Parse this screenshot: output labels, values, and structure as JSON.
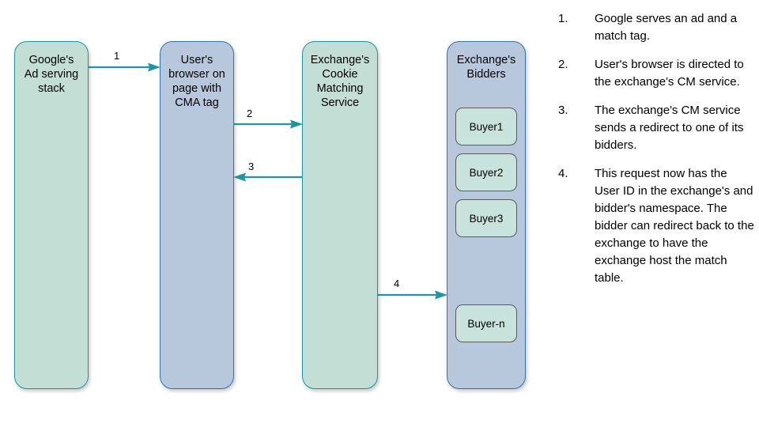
{
  "diagram": {
    "pillars": [
      {
        "id": "google",
        "label": "Google's\nAd serving\nstack",
        "fill": "#c3ded4",
        "border": "#1596a8"
      },
      {
        "id": "browser",
        "label": "User's\nbrowser on\npage with\nCMA tag",
        "fill": "#b8c8dc",
        "border": "#2f72b5"
      },
      {
        "id": "cms",
        "label": "Exchange's\nCookie\nMatching\nService",
        "fill": "#c3ded4",
        "border": "#1596a8"
      },
      {
        "id": "bidders",
        "label": "Exchange's\nBidders",
        "fill": "#b8c8dc",
        "border": "#2f72b5"
      }
    ],
    "buyers": [
      {
        "id": "buyer1",
        "label": "Buyer1"
      },
      {
        "id": "buyer2",
        "label": "Buyer2"
      },
      {
        "id": "buyer3",
        "label": "Buyer3"
      },
      {
        "id": "buyern",
        "label": "Buyer-n"
      }
    ],
    "arrows": [
      {
        "id": "a1",
        "label": "1",
        "from": "google",
        "to": "browser",
        "direction": "right"
      },
      {
        "id": "a2",
        "label": "2",
        "from": "browser",
        "to": "cms",
        "direction": "right"
      },
      {
        "id": "a3",
        "label": "3",
        "from": "cms",
        "to": "browser",
        "direction": "left"
      },
      {
        "id": "a4",
        "label": "4",
        "from": "cms",
        "to": "bidders",
        "direction": "right"
      }
    ],
    "arrow_color": "#1a96a6"
  },
  "steps": [
    {
      "number": "1.",
      "text": "Google serves an ad and a match tag."
    },
    {
      "number": "2.",
      "text": "User's browser is directed to the exchange's CM service."
    },
    {
      "number": "3.",
      "text": "The exchange's CM service sends a redirect to one of its bidders."
    },
    {
      "number": "4.",
      "text": "This request now has the User ID in the exchange's and bidder's namespace. The bidder can redirect back to the exchange to have the exchange host the match table."
    }
  ]
}
